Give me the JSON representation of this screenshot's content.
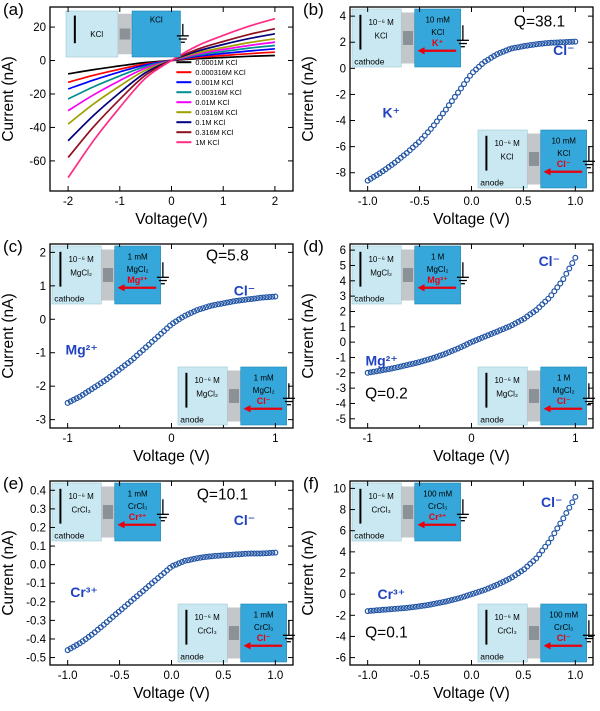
{
  "figure": {
    "background": "#ffffff",
    "scatter_color": "#2255a4",
    "ion_label_color": "#2143c0",
    "q_label_color": "#000000",
    "arrow_color": "#e8000d",
    "inset_left_fill": "#c9e8f2",
    "inset_left_edge": "#9cc6d4",
    "inset_right_fill": "#35a7da",
    "inset_right_edge": "#1f86b5",
    "membrane_fill": "#c3c7ca",
    "membrane_dark": "#8a9298",
    "axis_color": "#000000"
  },
  "chart_data": [
    {
      "panel": "a",
      "panel_label": "(a)",
      "type": "line",
      "xlabel": "Voltage(V)",
      "ylabel": "Current (nA)",
      "xlim": [
        -2.35,
        2.35
      ],
      "ylim": [
        -78,
        32
      ],
      "xticks": [
        -2,
        -1,
        0,
        1,
        2
      ],
      "xtick_labels": [
        "-2",
        "-1",
        "0",
        "1",
        "2"
      ],
      "yticks": [
        -60,
        -40,
        -20,
        0,
        20
      ],
      "ytick_labels": [
        "-60",
        "-40",
        "-20",
        "0",
        "20"
      ],
      "x": [
        -2,
        -1.5,
        -1,
        -0.5,
        0,
        0.5,
        1,
        1.5,
        2
      ],
      "series": [
        {
          "name": "0.0001M KCl",
          "color": "#000000",
          "values": [
            -8,
            -5.4,
            -3.2,
            -1.2,
            0,
            1.1,
            1.8,
            2.5,
            3
          ]
        },
        {
          "name": "0.000316M KCl",
          "color": "#fe0000",
          "values": [
            -13,
            -8.8,
            -5.2,
            -2.0,
            0,
            1.8,
            3.0,
            4.1,
            5
          ]
        },
        {
          "name": "0.001M KCl",
          "color": "#0000fe",
          "values": [
            -17,
            -11.6,
            -6.8,
            -2.6,
            0,
            2.5,
            4.2,
            5.7,
            7
          ]
        },
        {
          "name": "0.00316M KCl",
          "color": "#008e8e",
          "values": [
            -23,
            -15.6,
            -9.2,
            -3.5,
            0,
            3.2,
            5.4,
            7.4,
            9
          ]
        },
        {
          "name": "0.01M KCl",
          "color": "#f500f5",
          "values": [
            -30,
            -20.4,
            -12.0,
            -4.5,
            0,
            3.9,
            6.6,
            9.0,
            11
          ]
        },
        {
          "name": "0.0316M KCl",
          "color": "#a0a000",
          "values": [
            -38,
            -25.8,
            -15.2,
            -5.7,
            0,
            4.6,
            7.8,
            10.7,
            13
          ]
        },
        {
          "name": "0.1M KCl",
          "color": "#00007e",
          "values": [
            -48,
            -32.6,
            -19.2,
            -7.2,
            0,
            5.6,
            9.6,
            13.1,
            16
          ]
        },
        {
          "name": "0.316M KCl",
          "color": "#8e0f20",
          "values": [
            -58,
            -39.4,
            -23.2,
            -8.7,
            0,
            6.7,
            11.4,
            15.6,
            19
          ]
        },
        {
          "name": "1M KCl",
          "color": "#ff2d85",
          "values": [
            -70,
            -47.6,
            -28.0,
            -10.5,
            0,
            8.8,
            15.0,
            20.5,
            25
          ]
        }
      ],
      "legend": true,
      "annotations": [],
      "insets": [
        {
          "corner": "top-center",
          "w": 118,
          "h": 46,
          "electrode": null,
          "ion": null,
          "left_lines": [
            "KCl"
          ],
          "right_lines": [
            "KCl"
          ]
        }
      ]
    },
    {
      "panel": "b",
      "panel_label": "(b)",
      "type": "scatter",
      "q_value": "Q=38.1",
      "xlabel": "Voltage (V)",
      "ylabel": "Current (nA)",
      "xlim": [
        -1.17,
        1.17
      ],
      "ylim": [
        -9.4,
        4.7
      ],
      "xticks": [
        -1,
        -0.5,
        0,
        0.5,
        1
      ],
      "xtick_labels": [
        "-1.0",
        "-0.5",
        "0.0",
        "0.5",
        "1.0"
      ],
      "yticks": [
        -8,
        -6,
        -4,
        -2,
        0,
        2,
        4
      ],
      "ytick_labels": [
        "-8",
        "-6",
        "-4",
        "-2",
        "0",
        "2",
        "4"
      ],
      "x": [
        -1,
        -0.875,
        -0.75,
        -0.625,
        -0.5,
        -0.375,
        -0.25,
        -0.125,
        0,
        0.125,
        0.25,
        0.375,
        0.5,
        0.625,
        0.75,
        0.875,
        1
      ],
      "y": [
        -8.6,
        -8.0,
        -7.3,
        -6.5,
        -5.6,
        -4.5,
        -3.2,
        -1.8,
        -0.4,
        0.5,
        1.1,
        1.5,
        1.7,
        1.85,
        1.95,
        2.0,
        2.05
      ],
      "annotations": [
        {
          "text": "Q=38.1",
          "fx": 0.78,
          "fy": 0.105,
          "color": "#000000",
          "size": 15.5,
          "bold": false,
          "name": "q-value-label"
        },
        {
          "text": "Cl⁻",
          "fx": 0.88,
          "fy": 0.26,
          "color": "#2143c0",
          "size": 14,
          "bold": true,
          "name": "anion-label"
        },
        {
          "text": "K⁺",
          "fx": 0.17,
          "fy": 0.6,
          "color": "#2143c0",
          "size": 14,
          "bold": true,
          "name": "cation-label"
        }
      ],
      "insets": [
        {
          "corner": "top-left",
          "electrode": "cathode",
          "ion": "K⁺",
          "left_lines": [
            "10⁻⁶ M",
            "KCl"
          ],
          "right_lines": [
            "10 mM",
            "KCl"
          ]
        },
        {
          "corner": "bottom-right",
          "electrode": "anode",
          "ion": "Cl⁻",
          "left_lines": [
            "10⁻⁶ M",
            "KCl"
          ],
          "right_lines": [
            "10 mM",
            "KCl"
          ]
        }
      ]
    },
    {
      "panel": "c",
      "panel_label": "(c)",
      "type": "scatter",
      "q_value": "Q=5.8",
      "xlabel": "Voltage (V)",
      "ylabel": "Current (nA)",
      "xlim": [
        -1.17,
        1.17
      ],
      "ylim": [
        -3.25,
        2.25
      ],
      "xticks": [
        -1,
        0,
        1
      ],
      "xtick_labels": [
        "-1",
        "0",
        "1"
      ],
      "xminor": [
        -0.5,
        0.5
      ],
      "yticks": [
        -3,
        -2,
        -1,
        0,
        1,
        2
      ],
      "ytick_labels": [
        "-3",
        "-2",
        "-1",
        "0",
        "1",
        "2"
      ],
      "x": [
        -1,
        -0.875,
        -0.75,
        -0.625,
        -0.5,
        -0.375,
        -0.25,
        -0.125,
        0,
        0.125,
        0.25,
        0.375,
        0.5,
        0.625,
        0.75,
        0.875,
        1
      ],
      "y": [
        -2.5,
        -2.3,
        -2.05,
        -1.8,
        -1.5,
        -1.2,
        -0.85,
        -0.5,
        -0.15,
        0.1,
        0.28,
        0.4,
        0.48,
        0.55,
        0.6,
        0.65,
        0.68
      ],
      "annotations": [
        {
          "text": "Q=5.8",
          "fx": 0.73,
          "fy": 0.09,
          "color": "#000000",
          "size": 15.5,
          "bold": false,
          "name": "q-value-label"
        },
        {
          "text": "Cl⁻",
          "fx": 0.8,
          "fy": 0.28,
          "color": "#2143c0",
          "size": 14,
          "bold": true,
          "name": "anion-label"
        },
        {
          "text": "Mg²⁺",
          "fx": 0.13,
          "fy": 0.6,
          "color": "#2143c0",
          "size": 14,
          "bold": true,
          "name": "cation-label"
        }
      ],
      "insets": [
        {
          "corner": "top-left",
          "electrode": "cathode",
          "ion": "Mg²⁺",
          "left_lines": [
            "10⁻⁶ M",
            "MgCl₂"
          ],
          "right_lines": [
            "1 mM",
            "MgCl₂"
          ]
        },
        {
          "corner": "bottom-right",
          "electrode": "anode",
          "ion": "Cl⁻",
          "left_lines": [
            "10⁻⁶ M",
            "MgCl₂"
          ],
          "right_lines": [
            "1 mM",
            "MgCl₂"
          ]
        }
      ]
    },
    {
      "panel": "d",
      "panel_label": "(d)",
      "type": "scatter",
      "q_value": "Q=0.2",
      "xlabel": "Voltage (V)",
      "ylabel": "Current (nA)",
      "xlim": [
        -1.17,
        1.17
      ],
      "ylim": [
        -5.6,
        6.4
      ],
      "xticks": [
        -1,
        0,
        1
      ],
      "xtick_labels": [
        "-1",
        "0",
        "1"
      ],
      "xminor": [
        -0.5,
        0.5
      ],
      "yticks": [
        -5,
        -4,
        -3,
        -2,
        -1,
        0,
        1,
        2,
        3,
        4,
        5,
        6
      ],
      "ytick_labels": [
        "-5",
        "-4",
        "-3",
        "-2",
        "-1",
        "0",
        "1",
        "2",
        "3",
        "4",
        "5",
        "6"
      ],
      "x": [
        -1,
        -0.875,
        -0.75,
        -0.625,
        -0.5,
        -0.375,
        -0.25,
        -0.125,
        0,
        0.125,
        0.25,
        0.375,
        0.5,
        0.625,
        0.75,
        0.875,
        1
      ],
      "y": [
        -2.0,
        -1.85,
        -1.7,
        -1.5,
        -1.3,
        -1.05,
        -0.75,
        -0.4,
        0.0,
        0.35,
        0.7,
        1.05,
        1.5,
        2.1,
        2.9,
        4.0,
        5.5
      ],
      "annotations": [
        {
          "text": "Cl⁻",
          "fx": 0.82,
          "fy": 0.12,
          "color": "#2143c0",
          "size": 14,
          "bold": true,
          "name": "anion-label"
        },
        {
          "text": "Mg²⁺",
          "fx": 0.13,
          "fy": 0.66,
          "color": "#2143c0",
          "size": 14,
          "bold": true,
          "name": "cation-label"
        },
        {
          "text": "Q=0.2",
          "fx": 0.15,
          "fy": 0.84,
          "color": "#000000",
          "size": 15.5,
          "bold": false,
          "name": "q-value-label"
        }
      ],
      "insets": [
        {
          "corner": "top-left",
          "electrode": "cathode",
          "ion": "Mg²⁺",
          "left_lines": [
            "10⁻⁶ M",
            "MgCl₂"
          ],
          "right_lines": [
            "1 M",
            "MgCl₂"
          ]
        },
        {
          "corner": "bottom-right",
          "electrode": "anode",
          "ion": "Cl⁻",
          "left_lines": [
            "10⁻⁶ M",
            "MgCl₂"
          ],
          "right_lines": [
            "1 M",
            "MgCl₂"
          ]
        }
      ]
    },
    {
      "panel": "e",
      "panel_label": "(e)",
      "type": "scatter",
      "q_value": "Q=10.1",
      "xlabel": "Voltage (V)",
      "ylabel": "Current (nA)",
      "xlim": [
        -1.17,
        1.17
      ],
      "ylim": [
        -0.54,
        0.45
      ],
      "xticks": [
        -1,
        -0.5,
        0,
        0.5,
        1
      ],
      "xtick_labels": [
        "-1.0",
        "-0.5",
        "0.0",
        "0.5",
        "1.0"
      ],
      "yticks": [
        -0.5,
        -0.4,
        -0.3,
        -0.2,
        -0.1,
        0,
        0.1,
        0.2,
        0.3,
        0.4
      ],
      "ytick_labels": [
        "-0.5",
        "-0.4",
        "-0.3",
        "-0.2",
        "-0.1",
        "0.0",
        "0.1",
        "0.2",
        "0.3",
        "0.4"
      ],
      "x": [
        -1,
        -0.875,
        -0.75,
        -0.625,
        -0.5,
        -0.375,
        -0.25,
        -0.125,
        0,
        0.125,
        0.25,
        0.375,
        0.5,
        0.625,
        0.75,
        0.875,
        1
      ],
      "y": [
        -0.46,
        -0.42,
        -0.37,
        -0.31,
        -0.25,
        -0.19,
        -0.13,
        -0.07,
        -0.01,
        0.02,
        0.035,
        0.045,
        0.05,
        0.055,
        0.06,
        0.06,
        0.065
      ],
      "annotations": [
        {
          "text": "Q=10.1",
          "fx": 0.71,
          "fy": 0.1,
          "color": "#000000",
          "size": 15.5,
          "bold": false,
          "name": "q-value-label"
        },
        {
          "text": "Cl⁻",
          "fx": 0.8,
          "fy": 0.24,
          "color": "#2143c0",
          "size": 14,
          "bold": true,
          "name": "anion-label"
        },
        {
          "text": "Cr³⁺",
          "fx": 0.14,
          "fy": 0.63,
          "color": "#2143c0",
          "size": 14,
          "bold": true,
          "name": "cation-label"
        }
      ],
      "insets": [
        {
          "corner": "top-left",
          "electrode": "cathode",
          "ion": "Cr³⁺",
          "left_lines": [
            "10⁻⁶ M",
            "CrCl₃"
          ],
          "right_lines": [
            "1 mM",
            "CrCl₃"
          ]
        },
        {
          "corner": "bottom-right",
          "electrode": "anode",
          "ion": "Cl⁻",
          "left_lines": [
            "10⁻⁶ M",
            "CrCl₃"
          ],
          "right_lines": [
            "1 mM",
            "CrCl₃"
          ]
        }
      ]
    },
    {
      "panel": "f",
      "panel_label": "(f)",
      "type": "scatter",
      "q_value": "Q=0.1",
      "xlabel": "Voltage (V)",
      "ylabel": "Current (nA)",
      "xlim": [
        -1.17,
        1.17
      ],
      "ylim": [
        -6.7,
        10.7
      ],
      "xticks": [
        -1,
        -0.5,
        0,
        0.5,
        1
      ],
      "xtick_labels": [
        "-1.0",
        "-0.5",
        "0.0",
        "0.5",
        "1.0"
      ],
      "yticks": [
        -6,
        -4,
        -2,
        0,
        2,
        4,
        6,
        8,
        10
      ],
      "ytick_labels": [
        "-6",
        "-4",
        "-2",
        "0",
        "2",
        "4",
        "6",
        "8",
        "10"
      ],
      "x": [
        -1,
        -0.875,
        -0.75,
        -0.625,
        -0.5,
        -0.375,
        -0.25,
        -0.125,
        0,
        0.125,
        0.25,
        0.375,
        0.5,
        0.625,
        0.75,
        0.875,
        1
      ],
      "y": [
        -1.6,
        -1.5,
        -1.4,
        -1.3,
        -1.15,
        -0.95,
        -0.7,
        -0.4,
        0.0,
        0.4,
        0.9,
        1.5,
        2.3,
        3.4,
        5.0,
        7.0,
        9.2
      ],
      "annotations": [
        {
          "text": "Cl⁻",
          "fx": 0.83,
          "fy": 0.14,
          "color": "#2143c0",
          "size": 14,
          "bold": true,
          "name": "anion-label"
        },
        {
          "text": "Cr³⁺",
          "fx": 0.17,
          "fy": 0.64,
          "color": "#2143c0",
          "size": 14,
          "bold": true,
          "name": "cation-label"
        },
        {
          "text": "Q=0.1",
          "fx": 0.15,
          "fy": 0.85,
          "color": "#000000",
          "size": 15.5,
          "bold": false,
          "name": "q-value-label"
        }
      ],
      "insets": [
        {
          "corner": "top-left",
          "electrode": "cathode",
          "ion": "Cr³⁺",
          "left_lines": [
            "10⁻⁶ M",
            "CrCl₃"
          ],
          "right_lines": [
            "100 mM",
            "CrCl₃"
          ]
        },
        {
          "corner": "bottom-right",
          "electrode": "anode",
          "ion": "Cl⁻",
          "left_lines": [
            "10⁻⁶ M",
            "CrCl₃"
          ],
          "right_lines": [
            "100 mM",
            "CrCl₃"
          ]
        }
      ]
    }
  ]
}
